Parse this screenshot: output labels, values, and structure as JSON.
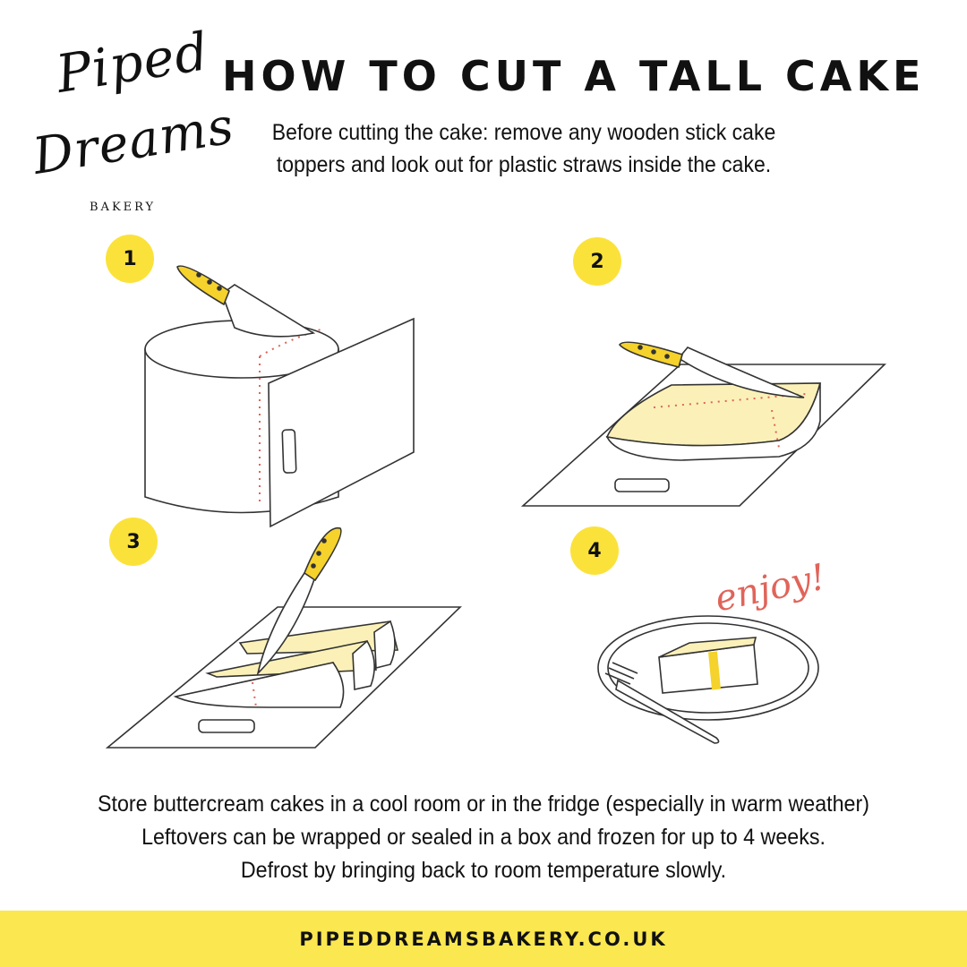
{
  "brand": {
    "line1": "Piped",
    "line2": "Dreams",
    "subtitle": "BAKERY"
  },
  "title": "HOW TO CUT A TALL CAKE",
  "intro": {
    "line1": "Before cutting the cake: remove any wooden stick cake",
    "line2": "toppers and look out for plastic straws inside the cake."
  },
  "steps": [
    {
      "number": "1",
      "icon": "knife-cutting-tall-cake"
    },
    {
      "number": "2",
      "icon": "knife-slicing-cake-slab"
    },
    {
      "number": "3",
      "icon": "knife-cutting-cake-fingers"
    },
    {
      "number": "4",
      "icon": "cake-slice-on-plate-with-fork"
    }
  ],
  "enjoy_label": "enjoy!",
  "storage": {
    "line1": "Store buttercream cakes in a cool room or in the fridge (especially in warm weather)",
    "line2": "Leftovers can be wrapped or sealed in a box and frozen for up to 4 weeks.",
    "line3": "Defrost by bringing back to room temperature slowly."
  },
  "website": "PIPEDDREAMSBAKERY.CO.UK",
  "colors": {
    "accent_yellow": "#fbe23b",
    "cake_fill": "#fbf1b8",
    "cut_line": "#e0645a",
    "outline": "#333333"
  }
}
